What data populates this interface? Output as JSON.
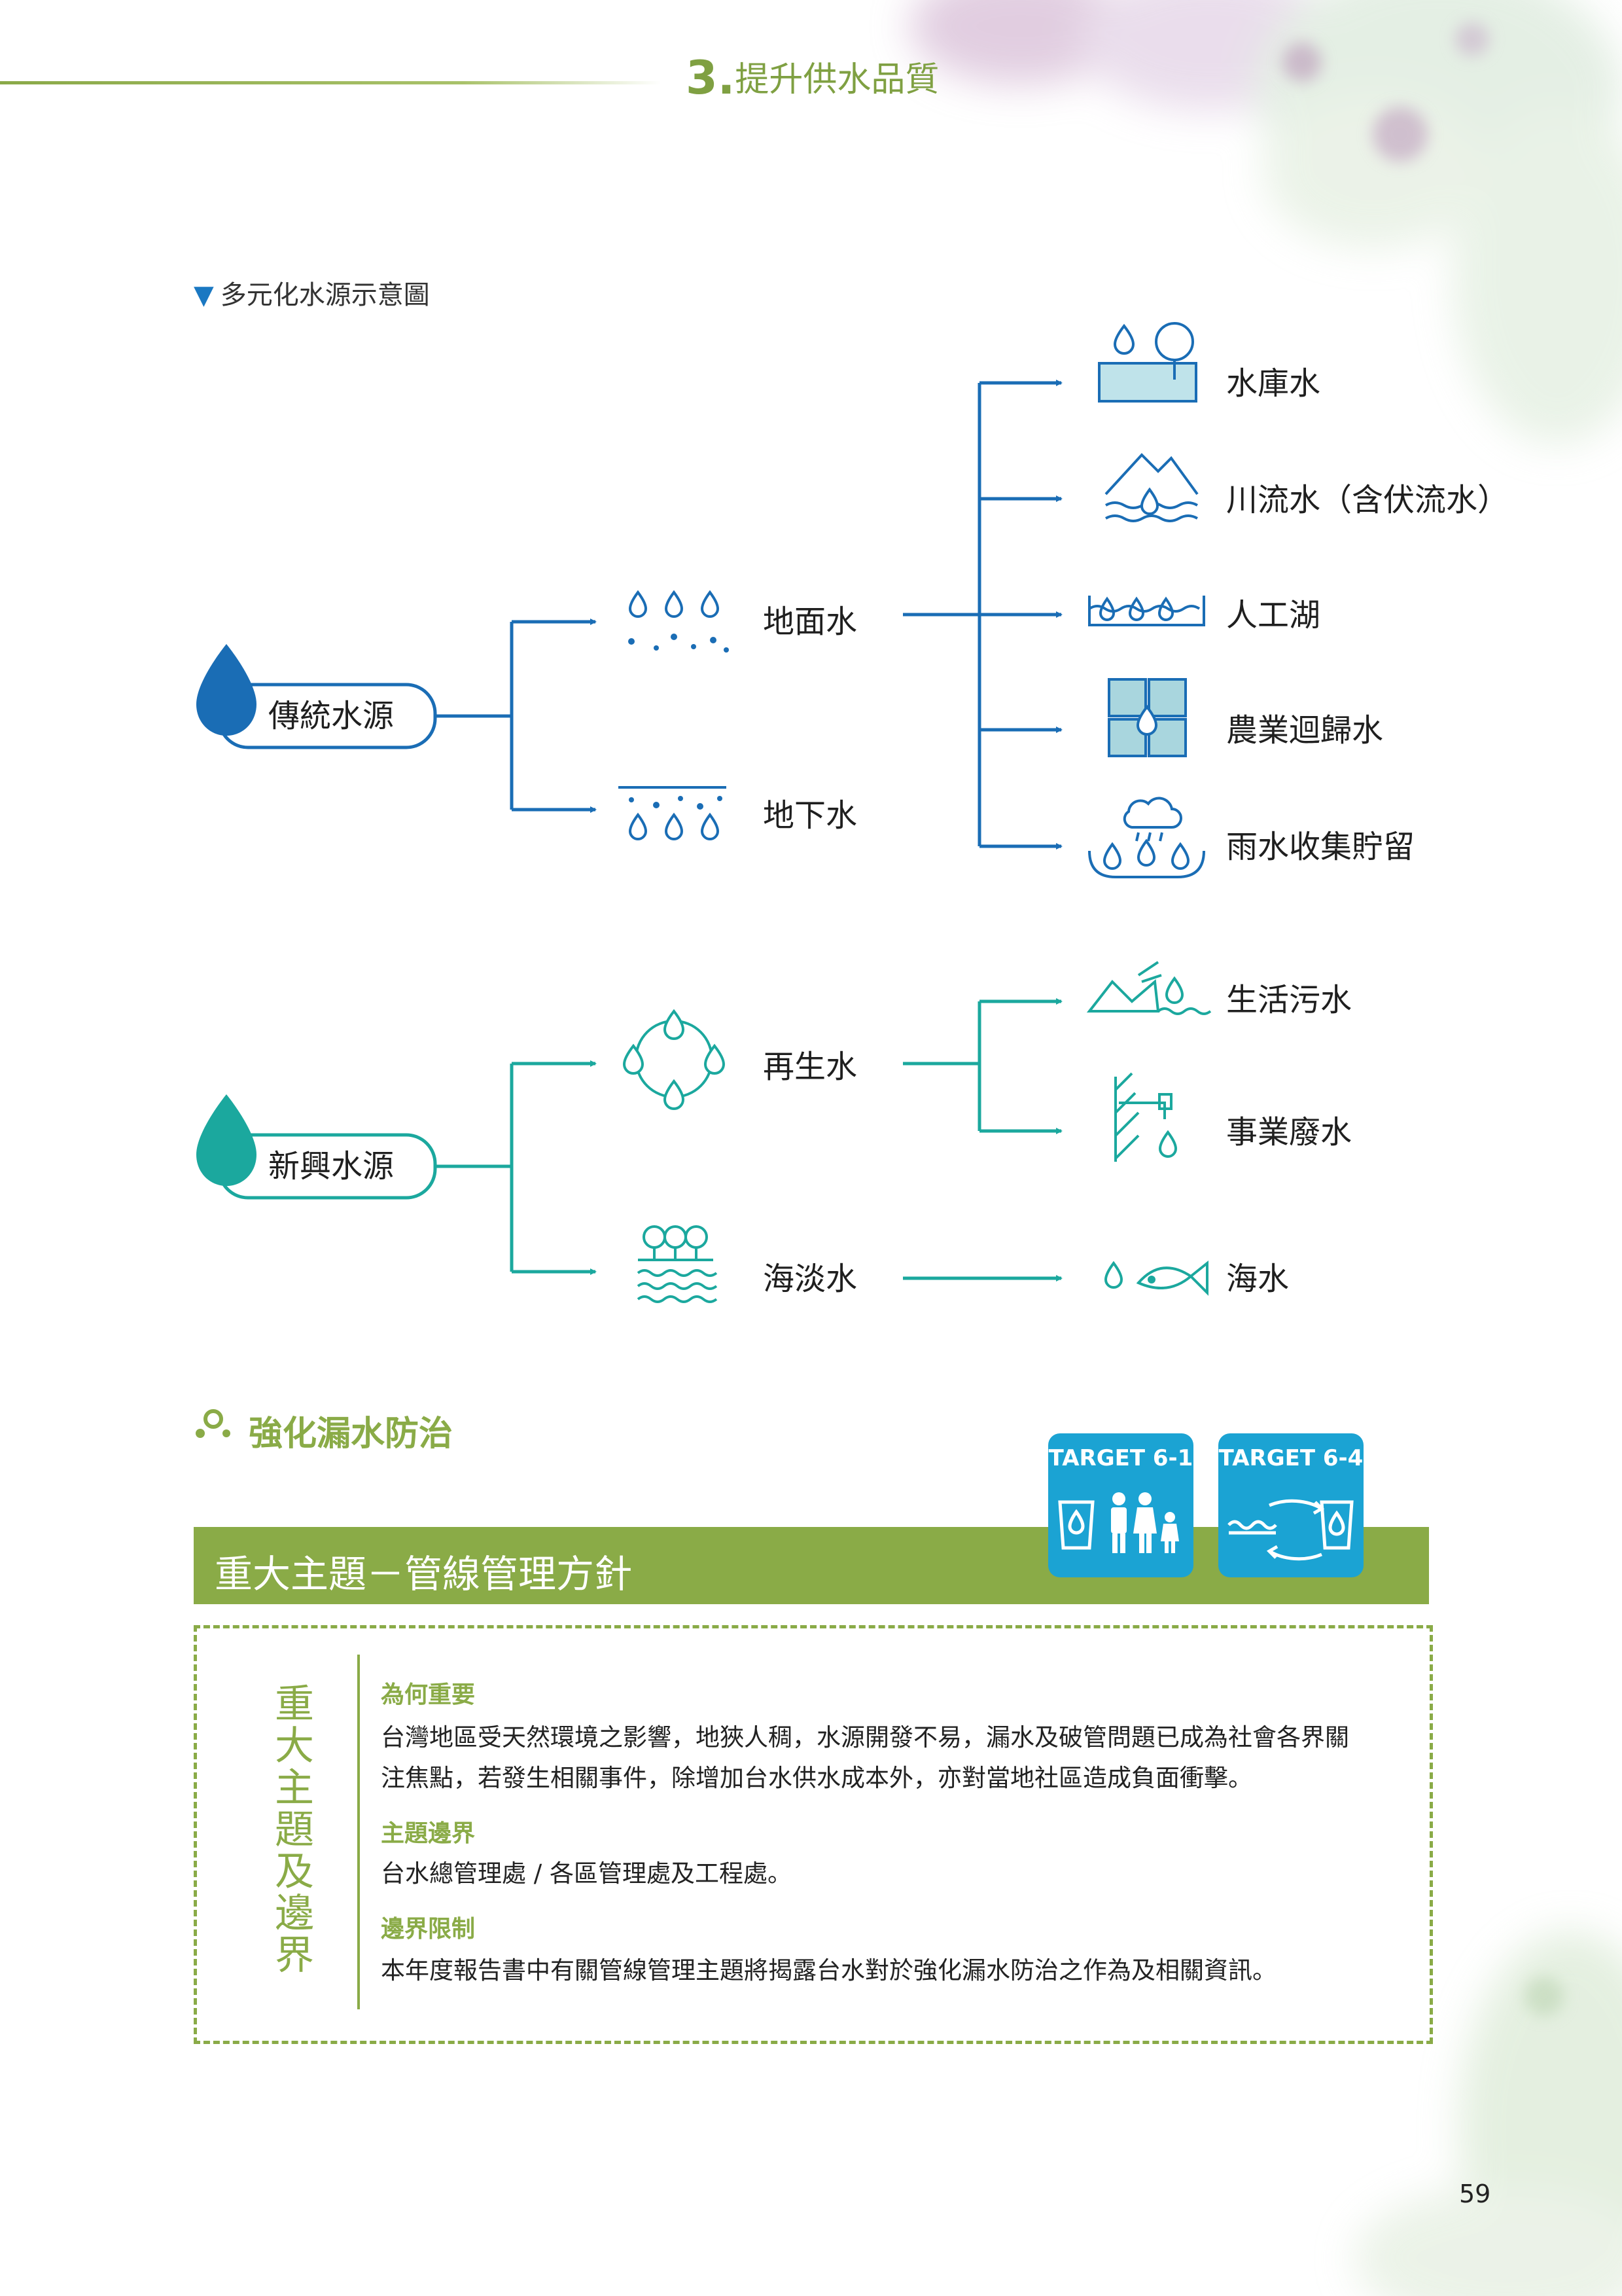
{
  "header": {
    "section_number": "3.",
    "section_title": "提升供水品質"
  },
  "diagram": {
    "caption": "多元化水源示意圖",
    "traditional": {
      "label": "傳統水源",
      "branches": [
        {
          "label": "地面水",
          "targets": [
            "水庫水",
            "川流水（含伏流水）",
            "人工湖",
            "農業迴歸水",
            "雨水收集貯留"
          ]
        },
        {
          "label": "地下水",
          "targets": []
        }
      ]
    },
    "emerging": {
      "label": "新興水源",
      "branches": [
        {
          "label": "再生水",
          "targets": [
            "生活污水",
            "事業廢水"
          ]
        },
        {
          "label": "海淡水",
          "targets": [
            "海水"
          ]
        }
      ]
    },
    "colors": {
      "traditional": "#1a6db5",
      "emerging": "#1ba89e"
    }
  },
  "section": {
    "title": "強化漏水防治"
  },
  "sdg_targets": [
    "TARGET 6-1",
    "TARGET 6-4"
  ],
  "banner": {
    "title": "重大主題－管線管理方針"
  },
  "boundary": {
    "side_title": [
      "重",
      "大",
      "主",
      "題",
      "及",
      "邊",
      "界"
    ],
    "why_heading": "為何重要",
    "why_line1": "台灣地區受天然環境之影響，地狹人稠，水源開發不易，漏水及破管問題已成為社會各界關",
    "why_line2": "注焦點，若發生相關事件，除增加台水供水成本外，亦對當地社區造成負面衝擊。",
    "scope_heading": "主題邊界",
    "scope_text": "台水總管理處 / 各區管理處及工程處。",
    "limit_heading": "邊界限制",
    "limit_text": "本年度報告書中有關管線管理主題將揭露台水對於強化漏水防治之作為及相關資訊。"
  },
  "page_number": "59"
}
